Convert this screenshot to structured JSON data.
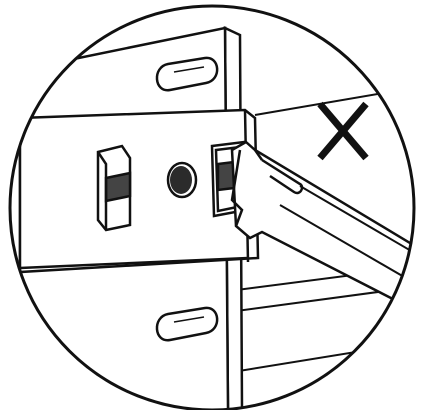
{
  "figure": {
    "kind": "installation illustration",
    "marker": "X",
    "marker_meaning": "incorrect",
    "icons": [
      "cross-icon",
      "screwdriver-icon"
    ]
  },
  "colors": {
    "line": "#111111",
    "fill": "#ffffff",
    "band": "#444444",
    "hole": "#2b2b2b"
  }
}
